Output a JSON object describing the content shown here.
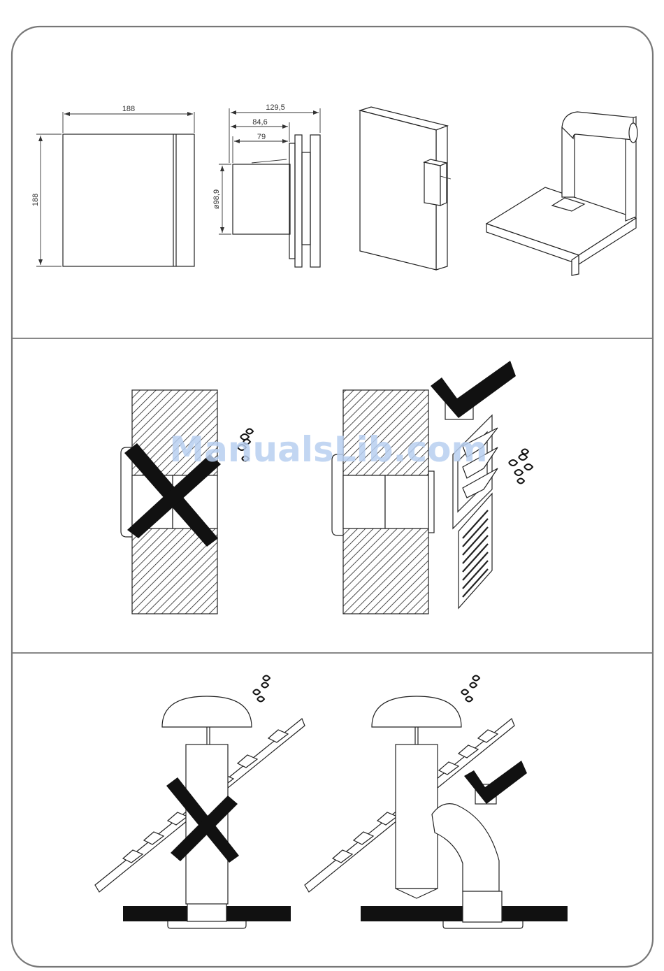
{
  "dimensions": {
    "front_width": "188",
    "front_height": "188",
    "side_total_depth": "129,5",
    "side_depth_mid": "84,6",
    "side_depth_short": "79",
    "duct_diameter": "ø98,9"
  },
  "watermark": "ManualsLib.com",
  "colors": {
    "frame": "#777777",
    "ink": "#111111",
    "watermark": "#b8cff0"
  }
}
